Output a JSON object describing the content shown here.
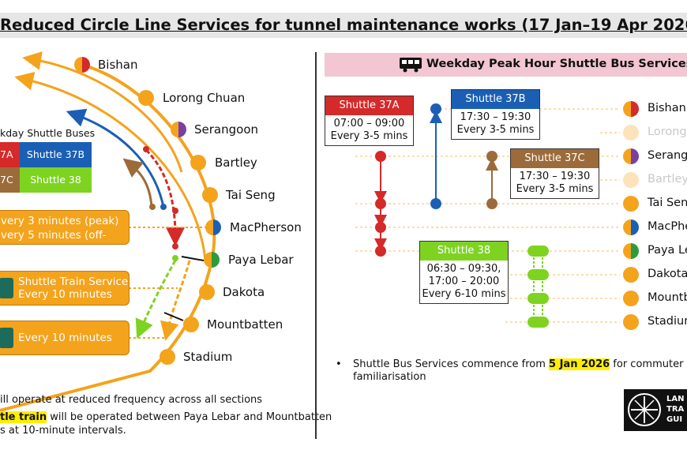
{
  "title": "Reduced Circle Line Services for tunnel maintenance works (17 Jan–19 Apr 2026)",
  "left": {
    "stations": [
      "Bishan",
      "Lorong Chuan",
      "Serangoon",
      "Bartley",
      "Tai Seng",
      "MacPherson",
      "Paya Lebar",
      "Dakota",
      "Mountbatten",
      "Stadium"
    ],
    "legend_title": "kday Shuttle Buses",
    "legend": [
      "7A",
      "Shuttle 37B",
      "7C",
      "Shuttle 38"
    ],
    "freq_line1": "very 3 minutes (peak)",
    "freq_line2": "very 5 minutes (off-peak)",
    "train_line1": "Shuttle Train Service",
    "train_line2": "Every 10 minutes",
    "every10": "Every 10 minutes",
    "note1": "ill operate at reduced frequency across all sections",
    "note2_hl": "tle train",
    "note2_rest": " will be operated between Paya Lebar and Mountbatten",
    "note3": "s at 10-minute intervals."
  },
  "right": {
    "header": "Weekday Peak Hour Shuttle Bus Services",
    "stations": [
      "Bishan",
      "Lorong",
      "Serang",
      "Bartley",
      "Tai Sen",
      "MacPhe",
      "Paya Le",
      "Dakota",
      "Mountb",
      "Stadium"
    ],
    "s37a": {
      "name": "Shuttle 37A",
      "line1": "07:00 – 09:00",
      "line2": "Every 3-5 mins"
    },
    "s37b": {
      "name": "Shuttle 37B",
      "line1": "17:30 – 19:30",
      "line2": "Every 3-5 mins"
    },
    "s37c": {
      "name": "Shuttle 37C",
      "line1": "17:30 – 19:30",
      "line2": "Every 3-5 mins"
    },
    "s38": {
      "name": "Shuttle 38",
      "line1": "06:30 – 09:30,",
      "line2": "17:00 – 20:00",
      "line3": "Every 6-10 mins"
    },
    "note_pre": "Shuttle Bus Services commence from ",
    "note_hl": "5 Jan 2026",
    "note_post": " for commuter",
    "note_line2": "familiarisation",
    "logo_text": [
      "LAN",
      "TRA",
      "GUI"
    ]
  },
  "colors": {
    "orange": "#f4a31c",
    "red": "#d42a2a",
    "blue": "#1a5fb4",
    "brown": "#9c6b3a",
    "green": "#7ed321",
    "purple": "#7b3fa0",
    "pink_header": "#f2c6d2"
  }
}
